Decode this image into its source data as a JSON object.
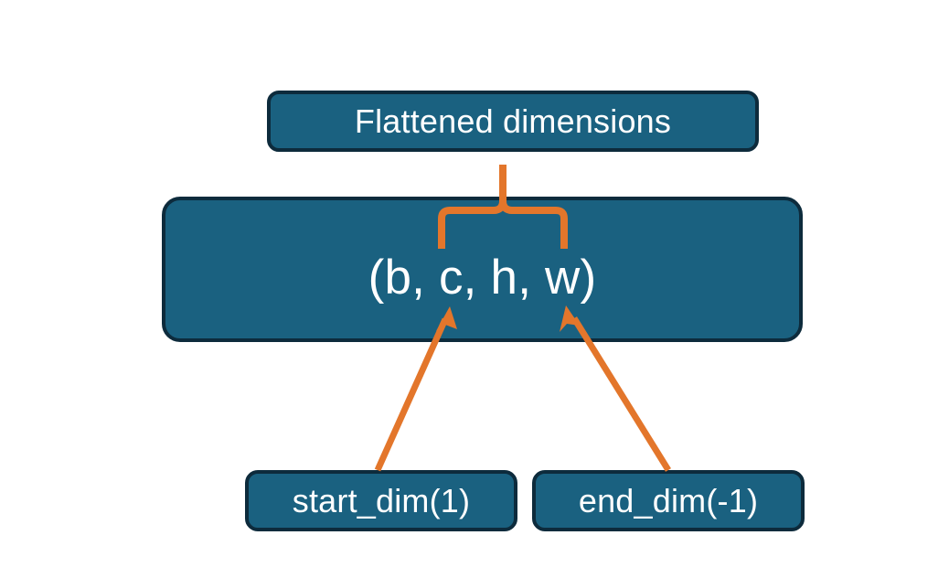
{
  "diagram": {
    "title": "PyTorch flatten dimensions diagram",
    "background_color": "#ffffff",
    "node_fill_color": "#1a6180",
    "node_border_color": "#0d2b3c",
    "node_text_color": "#ffffff",
    "annotation_color": "#e3762b",
    "nodes": {
      "flattened": {
        "label": "Flattened dimensions"
      },
      "shape": {
        "label": "(b, c, h, w)"
      },
      "start_dim": {
        "label": "start_dim(1)"
      },
      "end_dim": {
        "label": "end_dim(-1)"
      }
    },
    "annotations": {
      "brace": {
        "name": "curly-brace",
        "spans_label": "c, h, w",
        "points_to": "Flattened dimensions"
      },
      "arrow_start_dim": {
        "name": "arrow-start-dim",
        "from": "start_dim(1)",
        "to": "c"
      },
      "arrow_end_dim": {
        "name": "arrow-end-dim",
        "from": "end_dim(-1)",
        "to": "w"
      }
    }
  }
}
